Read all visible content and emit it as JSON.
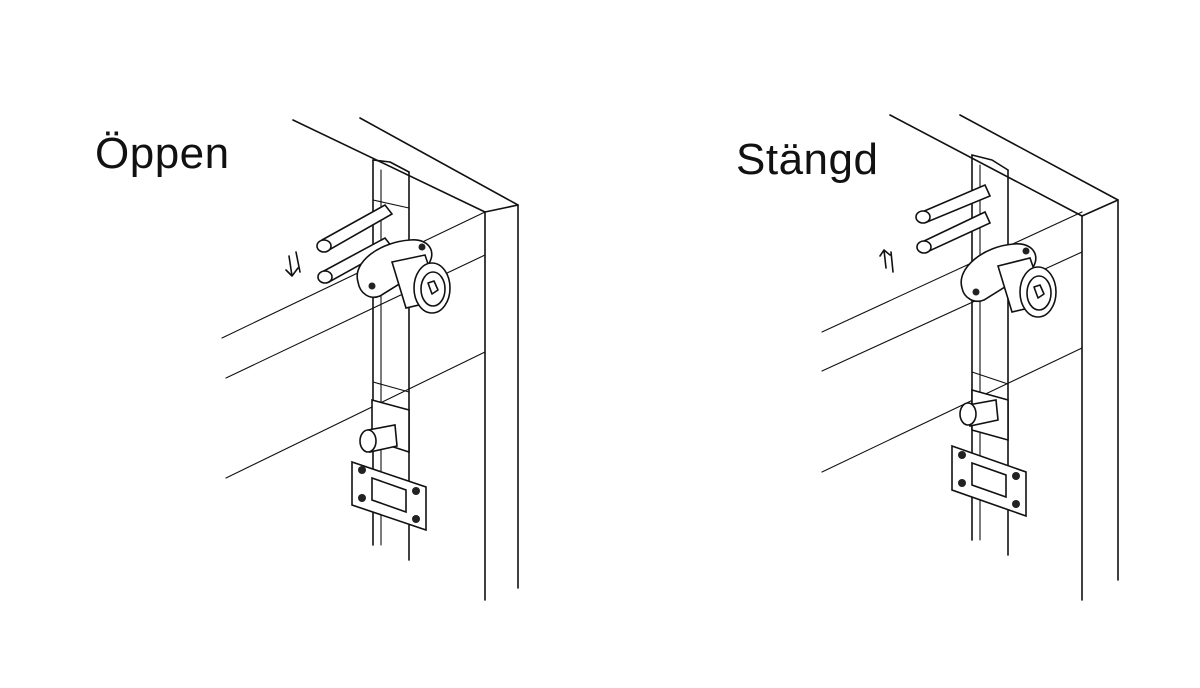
{
  "panels": [
    {
      "id": "open",
      "label": "Öppen"
    },
    {
      "id": "closed",
      "label": "Stängd"
    }
  ]
}
